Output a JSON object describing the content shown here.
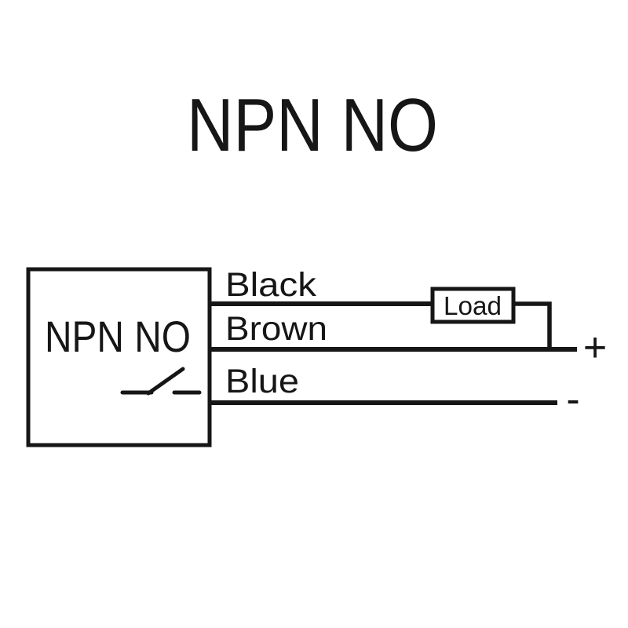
{
  "title": "NPN NO",
  "colors": {
    "ink": "#161616",
    "load_text": "#4d43cf",
    "background": "#ffffff"
  },
  "sensor_box": {
    "label": "NPN NO",
    "switch_type": "normally-open-switch"
  },
  "wires": [
    {
      "label": "Black"
    },
    {
      "label": "Brown"
    },
    {
      "label": "Blue"
    }
  ],
  "load": {
    "label": "Load"
  },
  "terminals": {
    "positive": "+",
    "negative": "-"
  }
}
